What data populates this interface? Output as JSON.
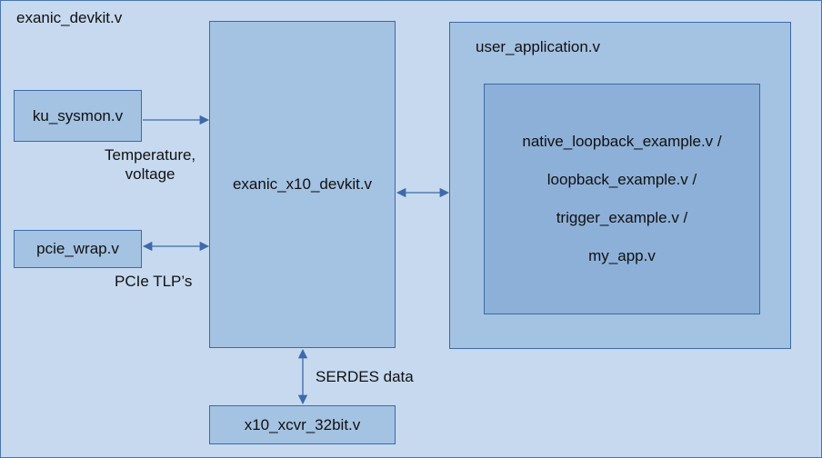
{
  "diagram": {
    "outer_title": "exanic_devkit.v",
    "sysmon": "ku_sysmon.v",
    "pcie": "pcie_wrap.v",
    "devkit": "exanic_x10_devkit.v",
    "user_app": "user_application.v",
    "examples": [
      "native_loopback_example.v /",
      "loopback_example.v /",
      "trigger_example.v /",
      "my_app.v"
    ],
    "xcvr": "x10_xcvr_32bit.v",
    "edge_temp": [
      "Temperature,",
      "voltage"
    ],
    "edge_pcie": "PCIe TLP’s",
    "edge_serdes": "SERDES data"
  },
  "colors": {
    "outer": "#c6d9ef",
    "mid": "#a4c2e2",
    "inner": "#8db0d8",
    "border": "#3d6aa8",
    "arrow": "#3d6aa8"
  }
}
